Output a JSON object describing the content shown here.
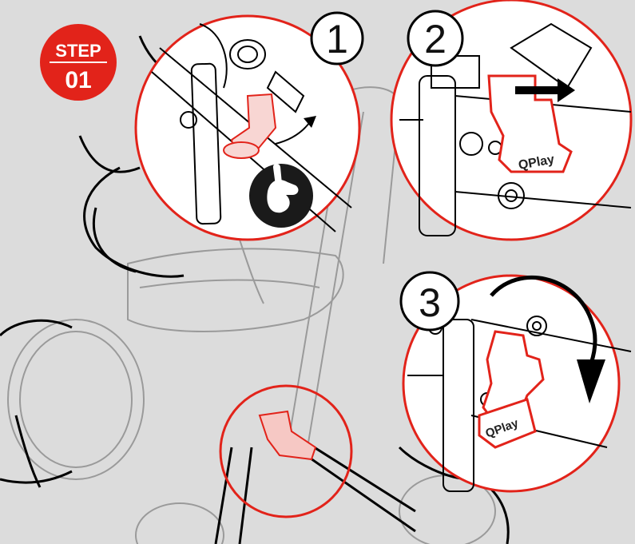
{
  "step_badge": {
    "label": "STEP",
    "number": "01"
  },
  "callouts": [
    {
      "number": "1"
    },
    {
      "number": "2"
    },
    {
      "number": "3"
    }
  ],
  "brand": "QPlay",
  "colors": {
    "background": "#dcdcdc",
    "accent_red": "#e2231a",
    "line": "#000000",
    "panel": "#ffffff"
  },
  "icons": [
    "finger-press-icon",
    "push-arrow-icon",
    "rotate-arrow-icon",
    "curved-arrow-icon"
  ]
}
